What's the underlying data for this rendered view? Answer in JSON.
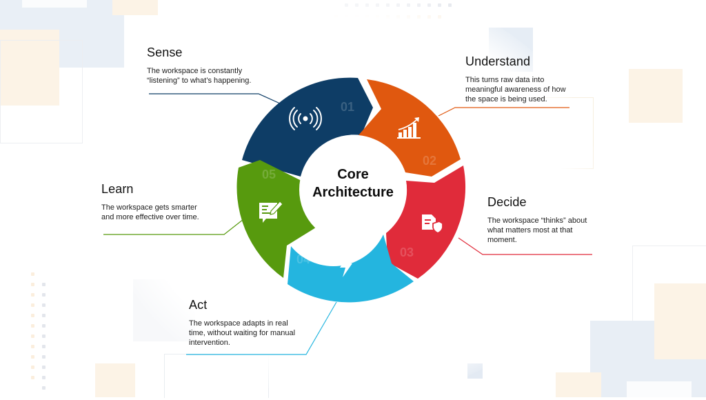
{
  "diagram": {
    "title": "Core Architecture",
    "title_line1": "Core",
    "title_line2": "Architecture",
    "stages": [
      {
        "number": "01",
        "title": "Sense",
        "description_lines": [
          "The workspace is constantly",
          "“listening” to what’s happening."
        ],
        "icon": "broadcast-signal-icon",
        "color": "#0e3d66"
      },
      {
        "number": "02",
        "title": "Understand",
        "description_lines": [
          "This turns raw data into",
          "meaningful awareness of how",
          "the space is being used."
        ],
        "icon": "growth-chart-icon",
        "color": "#e0580f"
      },
      {
        "number": "03",
        "title": "Decide",
        "description_lines": [
          "The workspace “thinks” about",
          "what matters most at that",
          "moment."
        ],
        "icon": "document-shield-icon",
        "color": "#e02b3a"
      },
      {
        "number": "04",
        "title": "Act",
        "description_lines": [
          "The workspace adapts in real",
          "time, without waiting for manual",
          "intervention."
        ],
        "icon": "lightning-bolt-icon",
        "color": "#24b5df"
      },
      {
        "number": "05",
        "title": "Learn",
        "description_lines": [
          "The workspace gets smarter",
          "and more effective over time."
        ],
        "icon": "chat-edit-icon",
        "color": "#579a0e"
      }
    ]
  }
}
